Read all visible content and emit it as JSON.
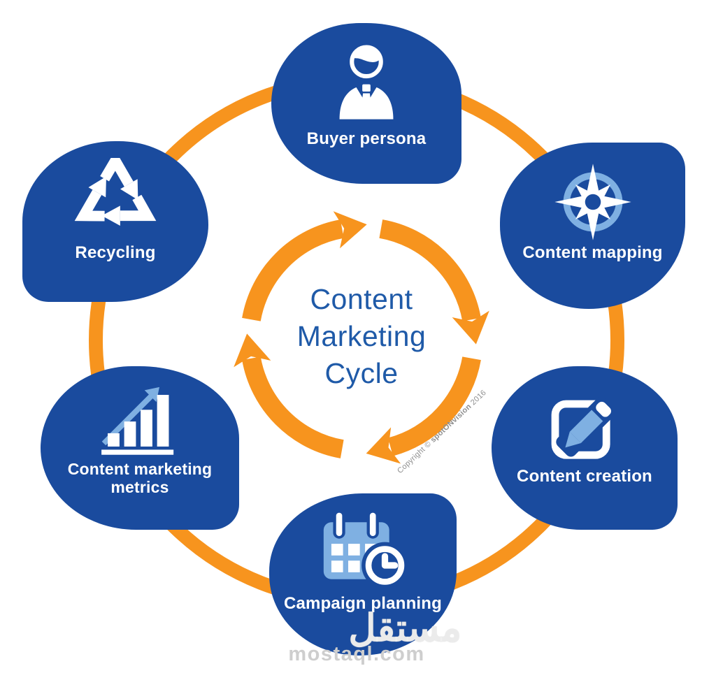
{
  "diagram": {
    "title": {
      "line1": "Content",
      "line2": "Marketing",
      "line3": "Cycle"
    },
    "nodes": [
      {
        "id": "buyer-persona",
        "label": "Buyer persona",
        "icon": "person-icon"
      },
      {
        "id": "content-mapping",
        "label": "Content mapping",
        "icon": "compass-icon"
      },
      {
        "id": "content-creation",
        "label": "Content creation",
        "icon": "pencil-edit-icon"
      },
      {
        "id": "campaign-planning",
        "label": "Campaign planning",
        "icon": "calendar-clock-icon"
      },
      {
        "id": "content-marketing-metrics",
        "label": "Content marketing metrics",
        "icon": "bar-chart-growth-icon"
      },
      {
        "id": "recycling",
        "label": "Recycling",
        "icon": "recycle-icon"
      }
    ],
    "cycle_direction": "clockwise",
    "copyright": {
      "prefix": "Copyright ©",
      "brand": "spotONvision",
      "year": "2016"
    },
    "watermark": {
      "arabic": "مستقل",
      "domain": "mostaql.com"
    },
    "colors": {
      "bubble_blue": "#1a4b9e",
      "orange": "#f7941e",
      "icon_light_blue": "#7fb0e2",
      "title_blue": "#1f5aa8",
      "copyright_gray": "#8f8f8f",
      "watermark_gray": "#cecece"
    }
  }
}
